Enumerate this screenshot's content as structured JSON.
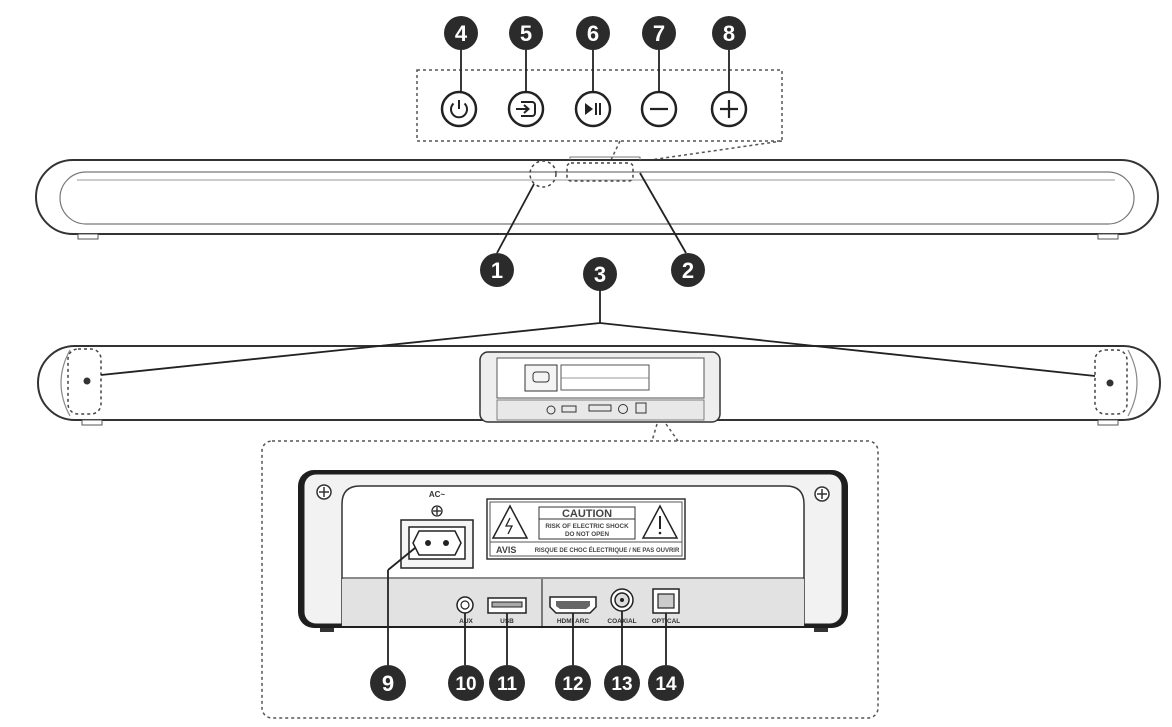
{
  "callouts": {
    "c1": "1",
    "c2": "2",
    "c3": "3",
    "c4": "4",
    "c5": "5",
    "c6": "6",
    "c7": "7",
    "c8": "8",
    "c9": "9",
    "c10": "10",
    "c11": "11",
    "c12": "12",
    "c13": "13",
    "c14": "14"
  },
  "ports": {
    "ac": "AC~",
    "aux": "AUX",
    "usb": "USB",
    "hdmi": "HDMI ARC",
    "coaxial": "COAXIAL",
    "optical": "OPTICAL"
  },
  "caution": {
    "title": "CAUTION",
    "line1": "RISK OF ELECTRIC SHOCK",
    "line2": "DO NOT OPEN",
    "avis": "AVIS",
    "french": "RISQUE DE CHOC ÉLECTRIQUE / NE PAS OUVRIR"
  },
  "buttons": [
    "power-icon",
    "input-source-icon",
    "play-pause-icon",
    "volume-down-icon",
    "volume-up-icon"
  ],
  "colors": {
    "callout": "#2b2b2b",
    "line": "#444444",
    "panel": "#d9d9d9"
  }
}
